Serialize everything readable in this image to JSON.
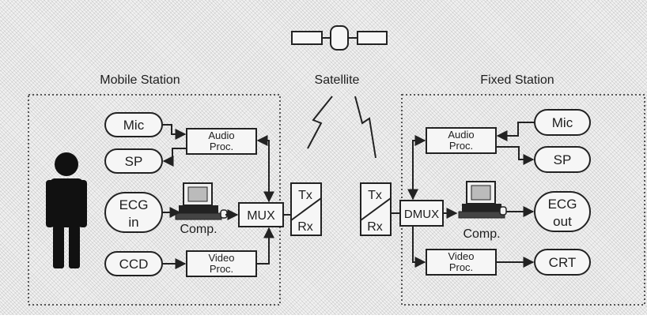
{
  "labels": {
    "mobile_station": "Mobile Station",
    "satellite": "Satellite",
    "fixed_station": "Fixed Station"
  },
  "mobile": {
    "mic": "Mic",
    "sp": "SP",
    "ecg_in": [
      "ECG",
      "in"
    ],
    "ccd": "CCD",
    "audio_proc": [
      "Audio",
      "Proc."
    ],
    "video_proc": [
      "Video",
      "Proc."
    ],
    "comp": "Comp.",
    "mux": "MUX",
    "tx": "Tx",
    "rx": "Rx"
  },
  "fixed": {
    "tx": "Tx",
    "rx": "Rx",
    "dmux": "DMUX",
    "audio_proc": [
      "Audio",
      "Proc."
    ],
    "video_proc": [
      "Video",
      "Proc."
    ],
    "comp": "Comp.",
    "mic": "Mic",
    "sp": "SP",
    "ecg_out": [
      "ECG",
      "out"
    ],
    "crt": "CRT"
  },
  "colors": {
    "line": "#222222",
    "box_fill": "#f6f6f6",
    "background": "#f2f2f2"
  },
  "icons": [
    "satellite-icon",
    "person-icon",
    "computer-icon",
    "radio-link-icon"
  ]
}
